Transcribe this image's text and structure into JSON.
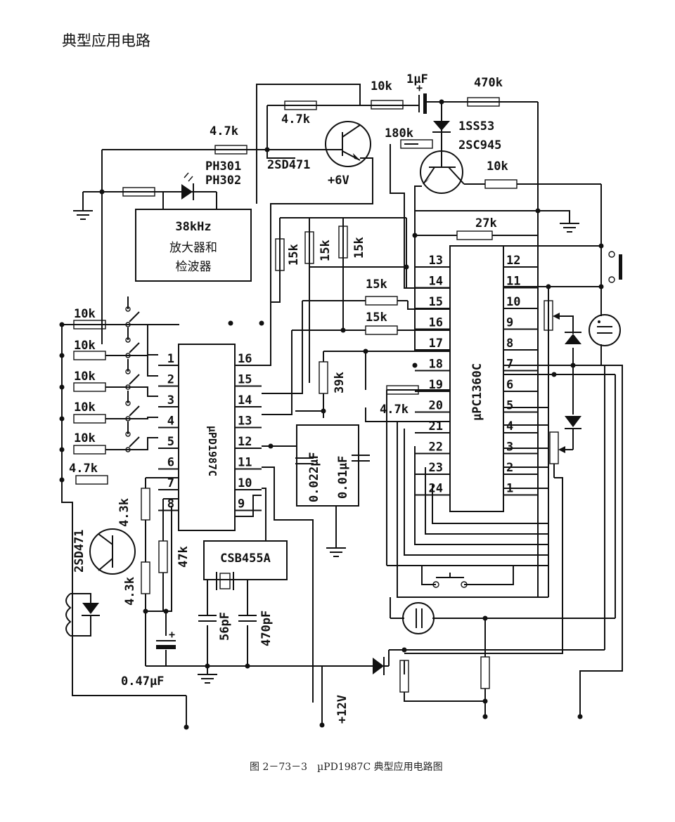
{
  "heading": "典型应用电路",
  "caption": "图 2－73－3　µPD1987C 典型应用电路图",
  "ic1": {
    "name": "µPD1987C",
    "pins_left": [
      "1",
      "2",
      "3",
      "4",
      "5",
      "6",
      "7",
      "8"
    ],
    "pins_right": [
      "16",
      "15",
      "14",
      "13",
      "12",
      "11",
      "10",
      "9"
    ]
  },
  "ic2": {
    "name": "µPC1360C",
    "pins_left": [
      "13",
      "14",
      "15",
      "16",
      "17",
      "18",
      "19",
      "20",
      "21",
      "22",
      "23",
      "24"
    ],
    "pins_right": [
      "12",
      "11",
      "10",
      "9",
      "8",
      "7",
      "6",
      "5",
      "4",
      "3",
      "2",
      "1"
    ]
  },
  "receiver": {
    "line1": "38kHz",
    "line2": "放大器和",
    "line3": "检波器"
  },
  "labels": {
    "r_10k_top": "10k",
    "c_1uf": "1µF",
    "r_470k": "470k",
    "r_4k7_a": "4.7k",
    "r_4k7_b": "4.7k",
    "r_180k": "180k",
    "d_1ss53": "1SS53",
    "q_2sc945": "2SC945",
    "r_10k_q": "10k",
    "q_2sd471_top": "2SD471",
    "v_6v": "+6V",
    "ph301": "PH301",
    "ph302": "PH302",
    "r_27k": "27k",
    "r_15k_1": "15k",
    "r_15k_2": "15k",
    "r_15k_3": "15k",
    "r_15k_4": "15k",
    "r_15k_5": "15k",
    "r_39k": "39k",
    "r_4k7_c": "4.7k",
    "c_0022": "0.022µF",
    "c_001": "0.01µF",
    "r_10k_1": "10k",
    "r_10k_2": "10k",
    "r_10k_3": "10k",
    "r_10k_4": "10k",
    "r_10k_5": "10k",
    "r_4k7_d": "4.7k",
    "r_4k3_a": "4.3k",
    "r_4k3_b": "4.3k",
    "r_47k": "47k",
    "q_2sd471_bot": "2SD471",
    "csb": "CSB455A",
    "c_56pf": "56pF",
    "c_470pf": "470pF",
    "c_047": "0.47µF",
    "v_12v": "+12V"
  }
}
